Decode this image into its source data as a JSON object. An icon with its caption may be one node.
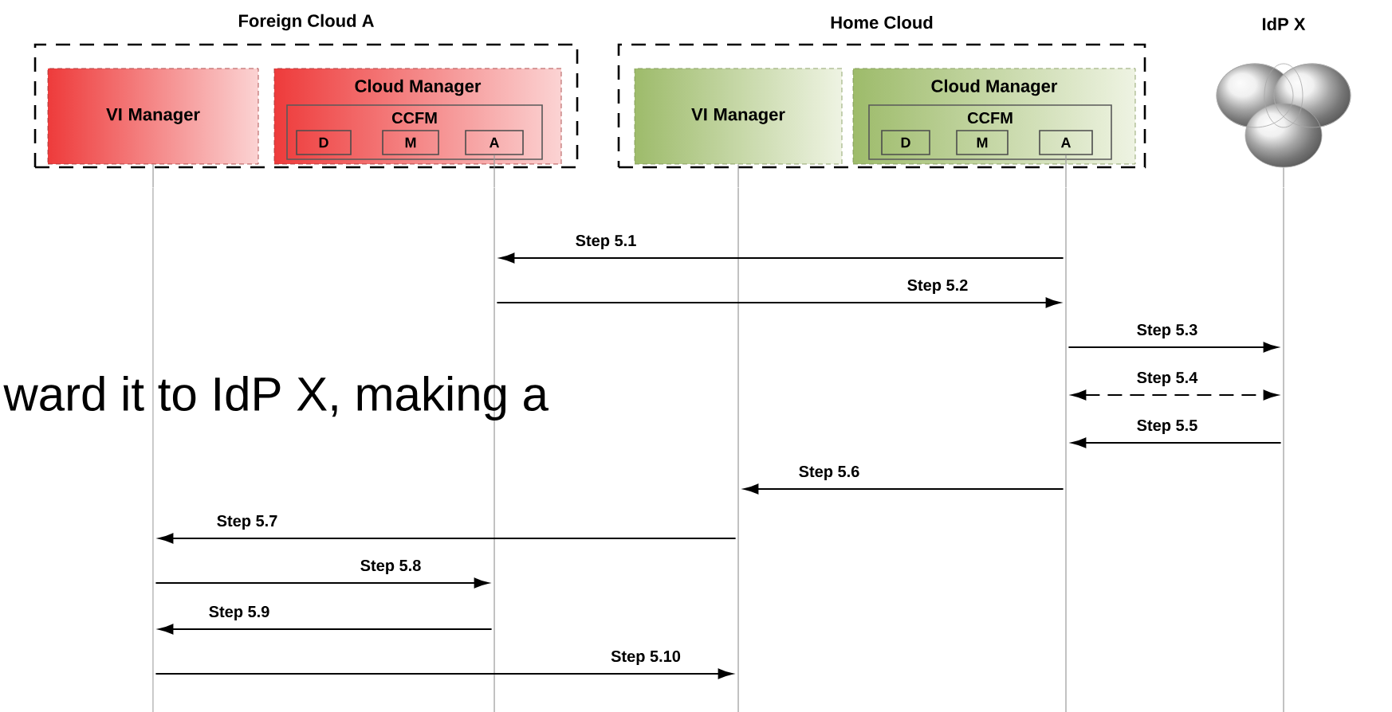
{
  "diagram": {
    "nodes": [
      {
        "text": [
          "Foreign Cloud A"
        ]
      },
      {
        "text": [
          "VI Manager"
        ],
        "in": 0
      },
      {
        "text": [
          "Cloud Manager"
        ],
        "in": 0
      },
      {
        "text": [
          "CCFM"
        ],
        "in": 2
      },
      {
        "text": [
          "D"
        ],
        "in": 3
      },
      {
        "text": [
          "M"
        ],
        "in": 3
      },
      {
        "text": [
          "A"
        ],
        "in": 3
      },
      {
        "text": [
          "Home Cloud"
        ]
      },
      {
        "text": [
          "VI Manager"
        ],
        "in": 7
      },
      {
        "text": [
          "Cloud Manager"
        ],
        "in": 7
      },
      {
        "text": [
          "CCFM"
        ],
        "in": 9
      },
      {
        "text": [
          "D"
        ],
        "in": 10
      },
      {
        "text": [
          "M"
        ],
        "in": 10
      },
      {
        "text": [
          "A"
        ],
        "in": 10
      },
      {
        "text": [
          "IdP X"
        ]
      },
      {
        "text": [],
        "shape": "line"
      },
      {
        "text": [],
        "shape": "line"
      },
      {
        "text": [],
        "shape": "line"
      },
      {
        "text": [],
        "shape": "line"
      },
      {
        "text": [],
        "shape": "line"
      }
    ],
    "edges": [
      {
        "from": 18,
        "to": 16,
        "arrow": "to",
        "label": "Step 5.1"
      },
      {
        "from": 16,
        "to": 18,
        "arrow": "to",
        "label": "Step 5.2"
      },
      {
        "from": 18,
        "to": 19,
        "arrow": "to",
        "label": "Step 5.3"
      },
      {
        "from": 18,
        "to": 19,
        "arrow": "both",
        "label": "Step 5.4",
        "style": "dashed"
      },
      {
        "from": 19,
        "to": 18,
        "arrow": "to",
        "label": "Step 5.5"
      },
      {
        "from": 18,
        "to": 17,
        "arrow": "to",
        "label": "Step 5.6"
      },
      {
        "from": 17,
        "to": 15,
        "arrow": "to",
        "label": "Step 5.7"
      },
      {
        "from": 15,
        "to": 16,
        "arrow": "to",
        "label": "Step 5.8"
      },
      {
        "from": 16,
        "to": 15,
        "arrow": "to",
        "label": "Step 5.9"
      },
      {
        "from": 15,
        "to": 17,
        "arrow": "to",
        "label": "Step 5.10"
      },
      {
        "from": 1,
        "to": 15,
        "arrow": "none",
        "color": "#999999"
      },
      {
        "from": 6,
        "to": 16,
        "arrow": "none",
        "color": "#999999"
      },
      {
        "from": 8,
        "to": 17,
        "arrow": "none",
        "color": "#999999"
      },
      {
        "from": 13,
        "to": 18,
        "arrow": "none",
        "color": "#999999"
      },
      {
        "from": 14,
        "to": 19,
        "arrow": "none",
        "color": "#999999"
      }
    ],
    "labels": [
      "ward it to IdP X, making a"
    ]
  }
}
